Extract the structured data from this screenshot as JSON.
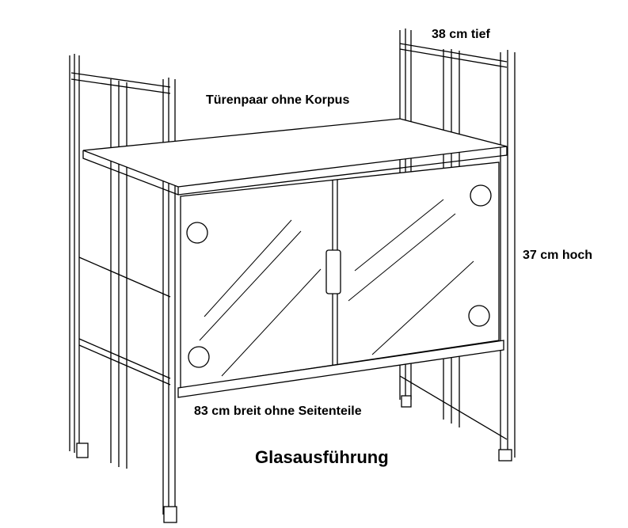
{
  "labels": {
    "depth": "38 cm tief",
    "door_pair": "Türenpaar ohne Korpus",
    "height": "37 cm hoch",
    "width": "83 cm breit ohne Seitenteile",
    "variant": "Glasausführung"
  }
}
